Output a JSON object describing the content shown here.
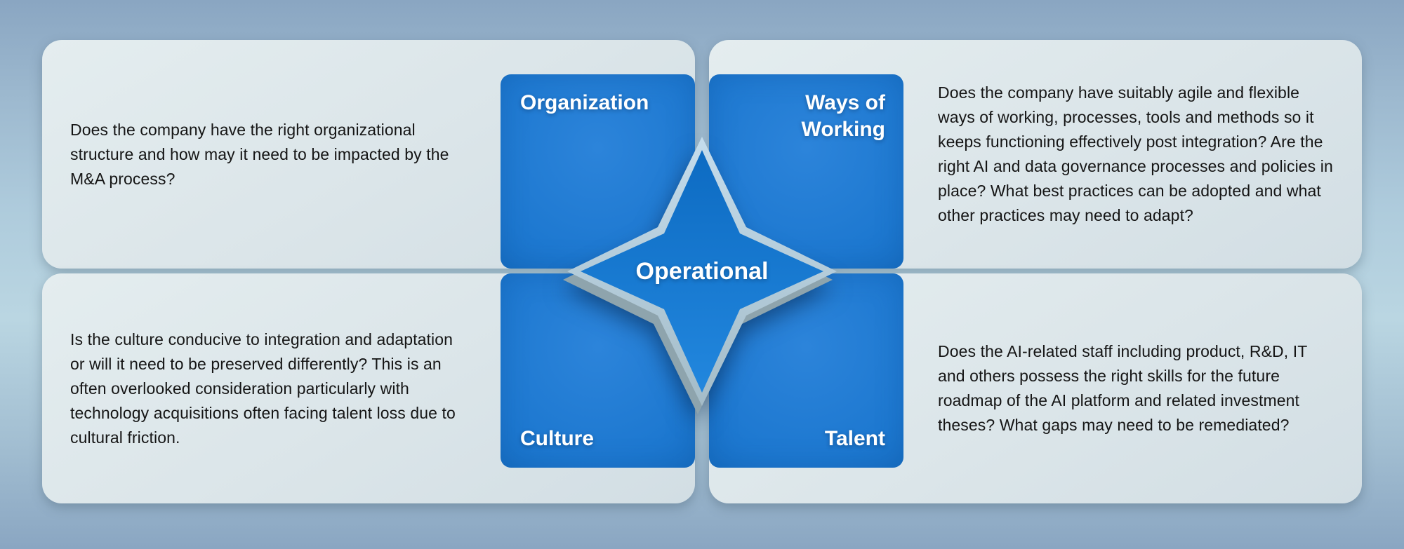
{
  "diagram": {
    "center_label": "Operational",
    "quadrants": {
      "top_left": {
        "label": "Organization",
        "description": "Does the company have the right organizational\nstructure and how may it need to be impacted by the\nM&A process?"
      },
      "top_right": {
        "label": "Ways of Working",
        "description": "Does the company have suitably agile and flexible\nways of working, processes, tools and methods so it\nkeeps functioning effectively post integration? Are the\nright AI and data governance processes and policies in\nplace? What best practices can be adopted and what\nother practices may need to adapt?"
      },
      "bottom_left": {
        "label": "Culture",
        "description": "Is the culture conducive to integration and adaptation\nor will it need to be preserved differently? This is an\noften overlooked consideration particularly with\ntechnology acquisitions often facing talent loss due to\ncultural friction."
      },
      "bottom_right": {
        "label": "Talent",
        "description": "Does the AI-related staff including product, R&D, IT\nand others possess the right skills for the future\nroadmap of the AI platform and related investment\ntheses? What gaps may need to be remediated?"
      }
    },
    "colors": {
      "tile_blue": "#1d78d0",
      "tile_blue_dark": "#0d5cab",
      "star_blue": "#1376ce",
      "star_halo_light": "#bfd6e4",
      "star_halo_dark": "#8ea4ad",
      "panel_background": "#dbe5e9",
      "page_background_top": "#8aa6c2",
      "page_background_mid": "#bad6e2",
      "text_dark": "#151515",
      "text_white": "#ffffff"
    }
  }
}
